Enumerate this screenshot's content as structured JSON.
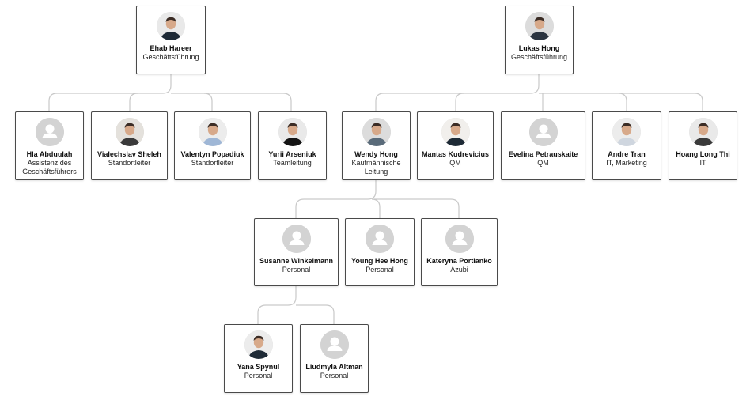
{
  "org": {
    "people": {
      "ehab": {
        "name": "Ehab Hareer",
        "role": "Geschäftsführung",
        "avatar": "photo"
      },
      "lukas": {
        "name": "Lukas Hong",
        "role": "Geschäftsführung",
        "avatar": "photo"
      },
      "hla": {
        "name": "Hla Abduulah",
        "role": "Assistenz des Geschäftsführers",
        "avatar": "placeholder"
      },
      "vialech": {
        "name": "Vialechslav Sheleh",
        "role": "Standortleiter",
        "avatar": "photo"
      },
      "valentyn": {
        "name": "Valentyn Popadiuk",
        "role": "Standortleiter",
        "avatar": "photo"
      },
      "yurii": {
        "name": "Yurii Arseniuk",
        "role": "Teamleitung",
        "avatar": "photo"
      },
      "wendy": {
        "name": "Wendy Hong",
        "role": "Kaufmännische Leitung",
        "avatar": "photo"
      },
      "mantas": {
        "name": "Mantas Kudrevicius",
        "role": "QM",
        "avatar": "photo"
      },
      "evelina": {
        "name": "Evelina Petrauskaite",
        "role": "QM",
        "avatar": "placeholder"
      },
      "andre": {
        "name": "Andre Tran",
        "role": "IT, Marketing",
        "avatar": "photo"
      },
      "hoang": {
        "name": "Hoang Long Thi",
        "role": "IT",
        "avatar": "photo"
      },
      "susanne": {
        "name": "Susanne Winkelmann",
        "role": "Personal",
        "avatar": "placeholder"
      },
      "young": {
        "name": "Young Hee Hong",
        "role": "Personal",
        "avatar": "placeholder"
      },
      "kateryna": {
        "name": "Kateryna Portianko",
        "role": "Azubi",
        "avatar": "placeholder"
      },
      "yana": {
        "name": "Yana Spynul",
        "role": "Personal",
        "avatar": "photo"
      },
      "liudmyla": {
        "name": "Liudmyla Altman",
        "role": "Personal",
        "avatar": "placeholder"
      }
    }
  },
  "colors": {
    "card_border": "#4a4a4a",
    "connector": "#c9c9c9",
    "placeholder_bg": "#d3d3d3"
  }
}
